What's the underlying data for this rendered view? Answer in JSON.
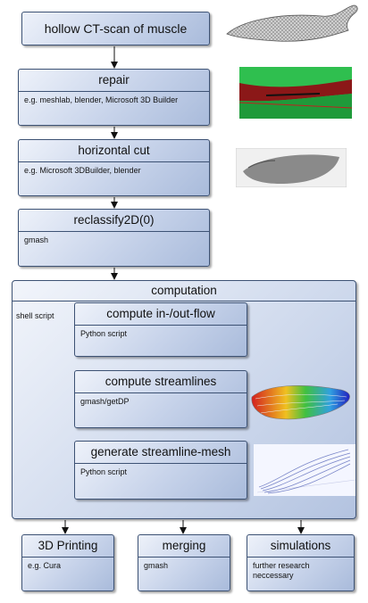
{
  "nodes": {
    "ct_scan": {
      "title": "hollow CT-scan of muscle"
    },
    "repair": {
      "title": "repair",
      "sub": "e.g. meshlab, blender, Microsoft 3D Builder"
    },
    "cut": {
      "title": "horizontal cut",
      "sub": "e.g. Microsoft 3DBuilder, blender"
    },
    "reclassify": {
      "title": "reclassify2D(0)",
      "sub": "gmash"
    },
    "computation": {
      "title": "computation",
      "sub": "shell script",
      "steps": [
        {
          "title": "compute in-/out-flow",
          "sub": "Python script"
        },
        {
          "title": "compute streamlines",
          "sub": "gmash/getDP"
        },
        {
          "title": "generate streamline-mesh",
          "sub": "Python script"
        }
      ]
    },
    "outputs": [
      {
        "title": "3D Printing",
        "sub": "e.g. Cura"
      },
      {
        "title": "merging",
        "sub": "gmash"
      },
      {
        "title": "simulations",
        "sub": "further research\nneccessary"
      }
    ]
  },
  "colors": {
    "box_border": "#3d5274",
    "box_fill": "#c7d3ea",
    "arrow": "#111111",
    "repair_green": "#3ccb5a",
    "repair_red": "#c02020"
  },
  "images": [
    "muscle-mesh-image",
    "repair-render-image",
    "cut-render-image",
    "streamlines-heatmap-image",
    "streamline-mesh-image"
  ]
}
